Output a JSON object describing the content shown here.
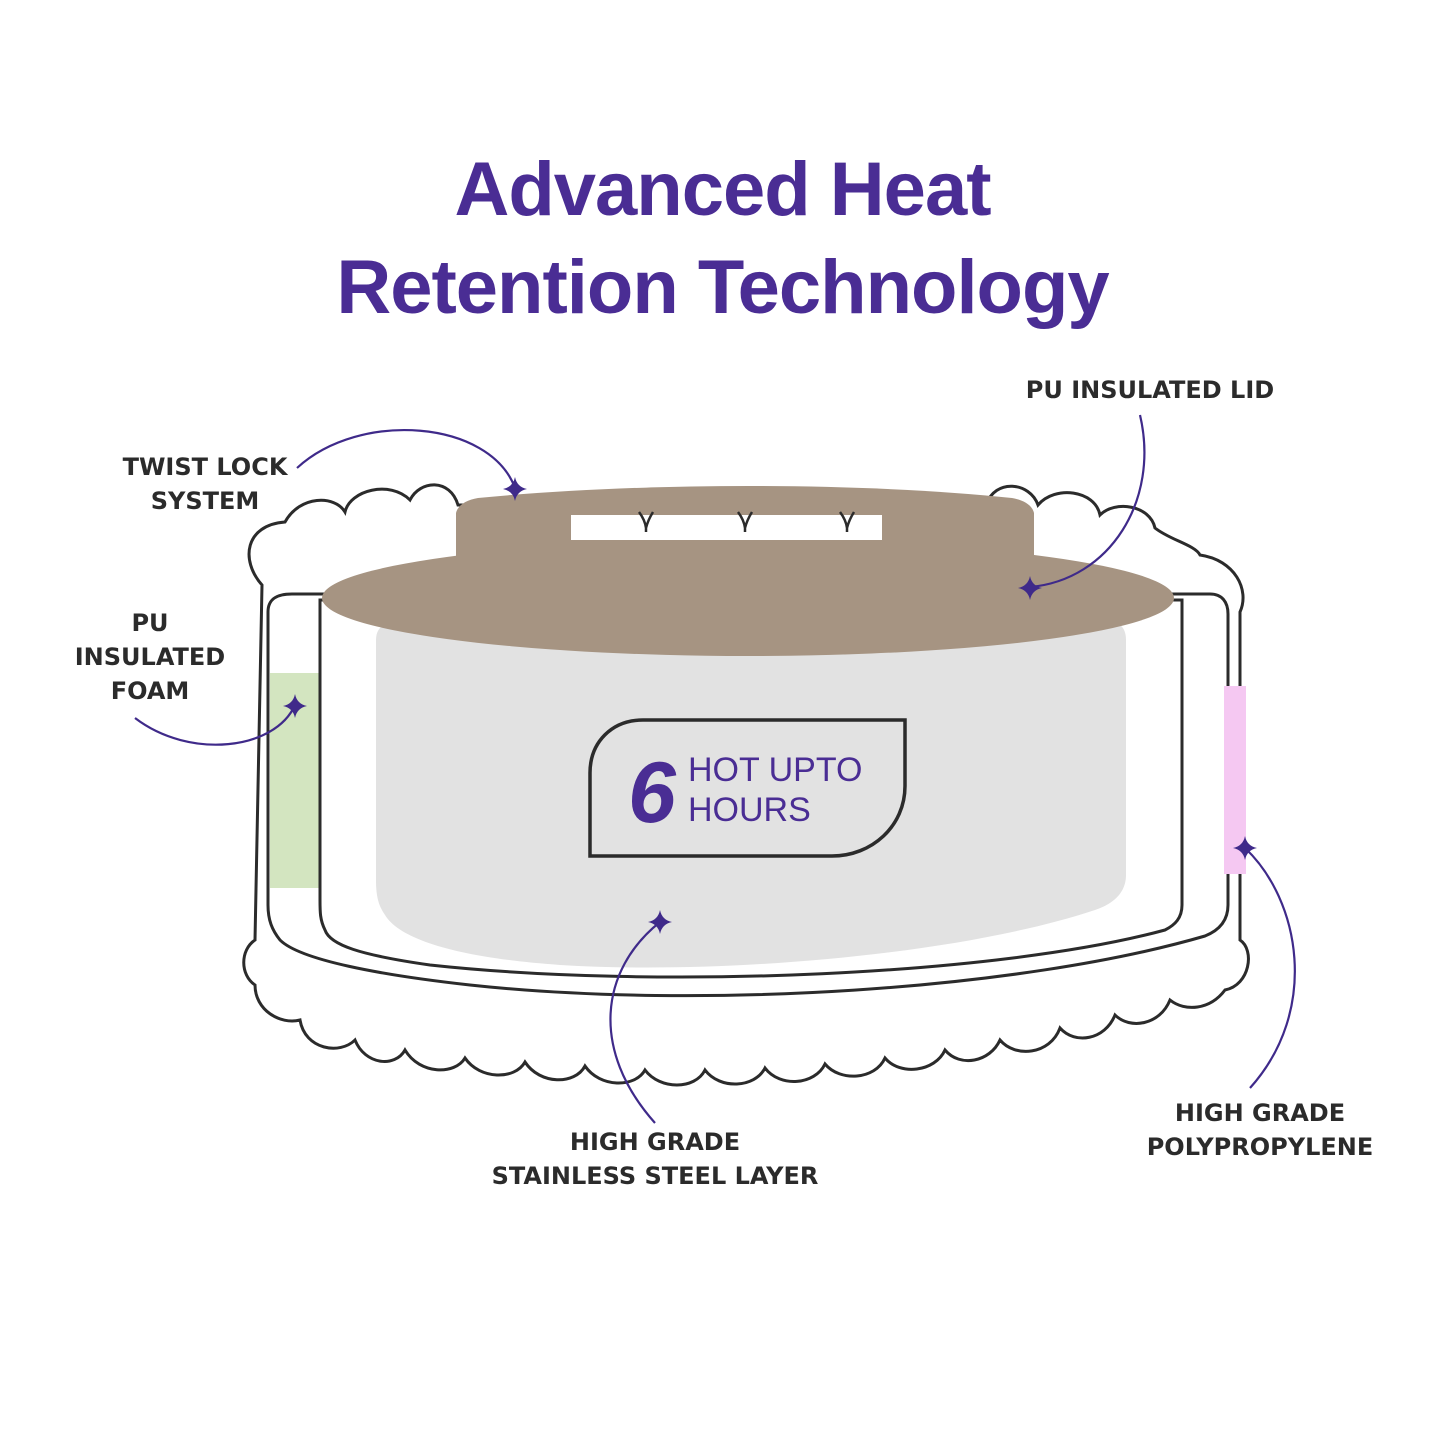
{
  "title": {
    "line1": "Advanced Heat",
    "line2": "Retention Technology"
  },
  "badge": {
    "number": "6",
    "line1": "HOT UPTO",
    "line2": "HOURS"
  },
  "labels": {
    "twist_lock": "TWIST LOCK\nSYSTEM",
    "pu_lid": "PU INSULATED LID",
    "pu_foam": "PU\nINSULATED\nFOAM",
    "steel": "HIGH GRADE\nSTAINLESS STEEL LAYER",
    "polypropylene": "HIGH GRADE\nPOLYPROPYLENE"
  },
  "colors": {
    "title": "#4a2d94",
    "label": "#2b2b2b",
    "leader": "#3f2a8a",
    "lid": "#a69482",
    "steel": "#e2e2e2",
    "foam": "#d3e5c0",
    "polypropylene": "#f5c8f2",
    "outline": "#2b2b2b",
    "badge_number": "#4a2d94",
    "badge_text": "#4a2d94"
  }
}
